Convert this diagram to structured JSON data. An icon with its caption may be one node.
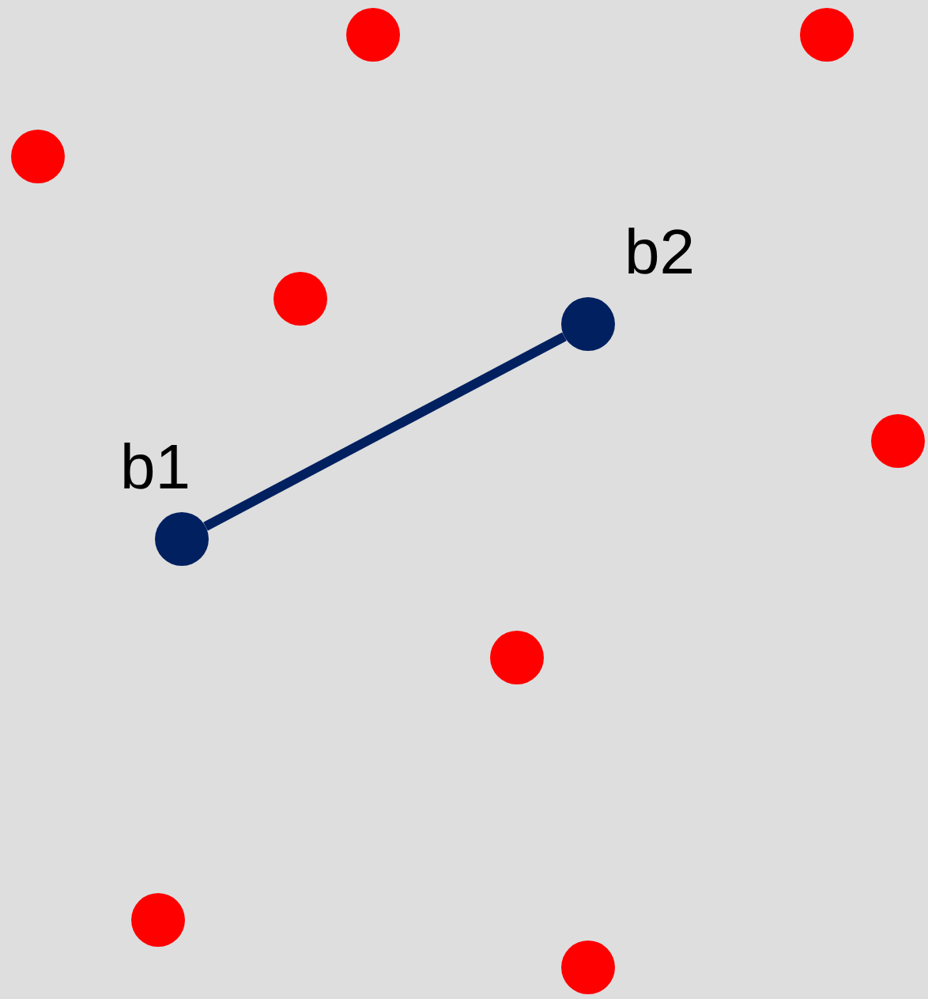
{
  "diagram": {
    "nodes": [
      {
        "text": [],
        "shape": "circle"
      },
      {
        "text": [],
        "shape": "circle"
      },
      {
        "text": [],
        "shape": "circle"
      },
      {
        "text": [],
        "shape": "circle"
      },
      {
        "text": [],
        "shape": "circle",
        "beside": [
          "b2"
        ]
      },
      {
        "text": [],
        "shape": "circle"
      },
      {
        "text": [],
        "shape": "circle",
        "beside": [
          "b1"
        ]
      },
      {
        "text": [],
        "shape": "circle"
      },
      {
        "text": [],
        "shape": "circle"
      },
      {
        "text": [],
        "shape": "circle"
      }
    ],
    "edges": [
      {
        "from": 6,
        "to": 4,
        "arrow": "none"
      }
    ]
  }
}
